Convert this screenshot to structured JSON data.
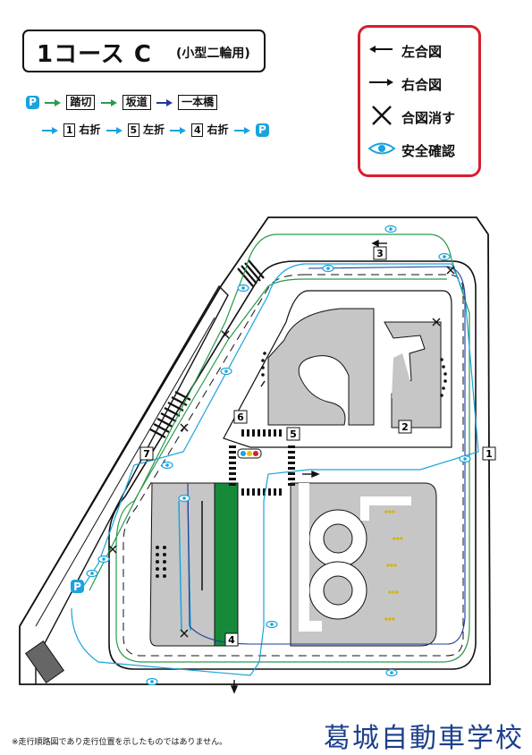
{
  "title": {
    "main": "1コース C",
    "sub": "(小型二輪用)"
  },
  "legend": {
    "items": [
      {
        "label": "左合図",
        "icon": "left-arrow-icon"
      },
      {
        "label": "右合図",
        "icon": "right-arrow-icon"
      },
      {
        "label": "合図消す",
        "icon": "cross-icon"
      },
      {
        "label": "安全確認",
        "icon": "eye-icon"
      }
    ],
    "border_color": "#d81e2c"
  },
  "route": {
    "line1": {
      "start": "P",
      "steps": [
        "踏切",
        "坂道",
        "一本橋"
      ]
    },
    "line2": {
      "steps": [
        {
          "num": "1",
          "text": "右折"
        },
        {
          "num": "5",
          "text": "左折"
        },
        {
          "num": "4",
          "text": "右折"
        }
      ],
      "end": "P"
    }
  },
  "map": {
    "markers": [
      "1",
      "2",
      "3",
      "4",
      "5",
      "6",
      "7"
    ],
    "parking": "P"
  },
  "colors": {
    "accent_blue": "#1aa3dd",
    "route_green": "#2a9a4a",
    "route_navy": "#1f3b99",
    "road_gray": "#c6c6c6",
    "bridge_green": "#168a3a"
  },
  "footnote": "※走行順路図であり走行位置を示したものではありません。",
  "school_name": "葛城自動車学校"
}
